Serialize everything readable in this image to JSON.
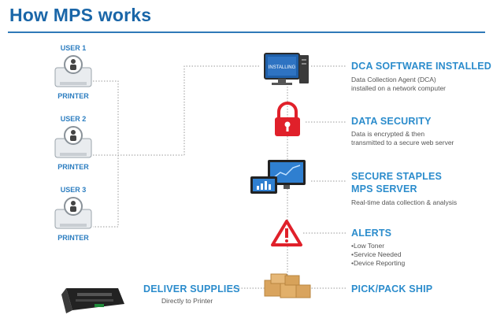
{
  "title": "How MPS works",
  "users": [
    {
      "user_label": "USER 1",
      "printer_label": "PRINTER"
    },
    {
      "user_label": "USER 2",
      "printer_label": "PRINTER"
    },
    {
      "user_label": "USER 3",
      "printer_label": "PRINTER"
    }
  ],
  "monitor_text": "INSTALLING",
  "steps": {
    "dca": {
      "title_line1": "DCA SOFTWARE INSTALLED",
      "desc_line1": "Data Collection Agent (DCA)",
      "desc_line2": "installed on a network computer"
    },
    "security": {
      "title_line1": "DATA SECURITY",
      "desc_line1": "Data is encrypted & then",
      "desc_line2": "transmitted to a secure web server"
    },
    "server": {
      "title_line1": "SECURE STAPLES",
      "title_line2": "MPS SERVER",
      "desc_line1": "Real-time data collection & analysis"
    },
    "alerts": {
      "title_line1": "ALERTS",
      "bullets": [
        "Low Toner",
        "Service Needed",
        "Device Reporting"
      ]
    },
    "ship": {
      "title_line1": "PICK/PACK SHIP"
    }
  },
  "deliver": {
    "title": "DELIVER SUPPLIES",
    "desc": "Directly to Printer"
  },
  "colors": {
    "title_blue": "#1a66a8",
    "step_blue": "#2b8ccc",
    "lock_red": "#e0202a",
    "alert_red": "#e0202a",
    "monitor_blue": "#1f5fa8"
  }
}
